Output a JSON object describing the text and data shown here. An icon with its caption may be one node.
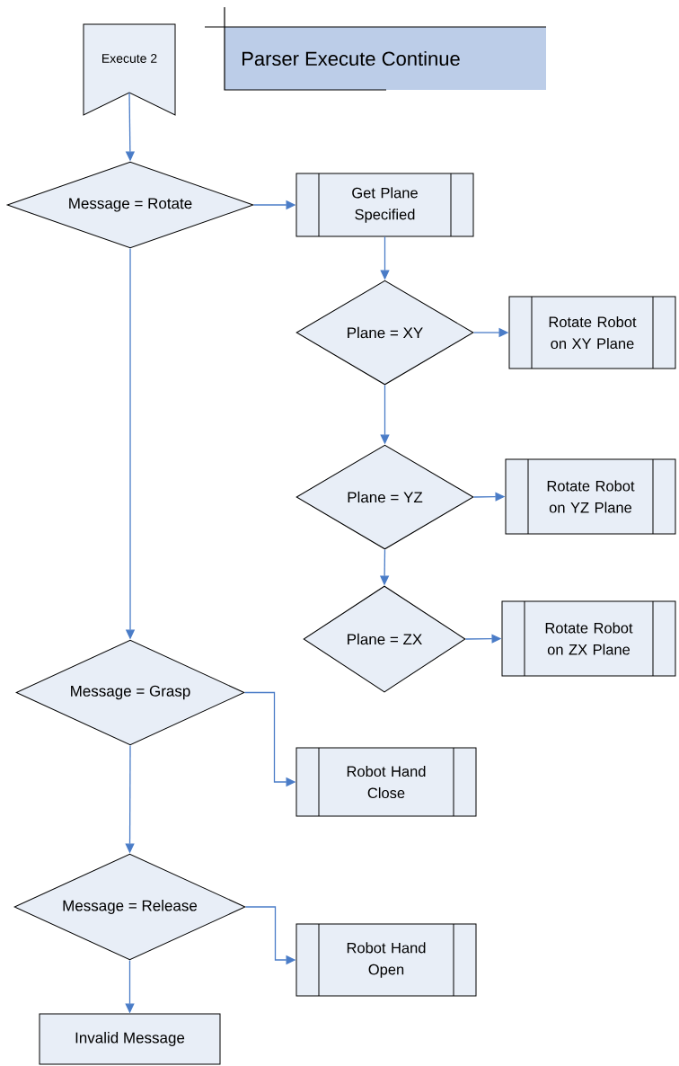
{
  "diagram": {
    "nodes": [
      {
        "text": [
          "Execute 2"
        ]
      },
      {
        "text": [
          "Parser  Execute Continue"
        ]
      },
      {
        "text": [
          "Message = Rotate"
        ]
      },
      {
        "text": [
          "Get Plane Specified"
        ]
      },
      {
        "text": [
          "Plane = XY"
        ]
      },
      {
        "text": [
          "Rotate Robot on XY Plane"
        ]
      },
      {
        "text": [
          "Plane = YZ"
        ]
      },
      {
        "text": [
          "Rotate Robot on YZ Plane"
        ]
      },
      {
        "text": [
          "Plane = ZX"
        ]
      },
      {
        "text": [
          "Rotate Robot on ZX Plane"
        ]
      },
      {
        "text": [
          "Message = Grasp"
        ]
      },
      {
        "text": [
          "Robot Hand Close"
        ]
      },
      {
        "text": [
          "Message = Release"
        ]
      },
      {
        "text": [
          "Robot Hand Open"
        ]
      },
      {
        "text": [
          "Invalid Message"
        ]
      }
    ],
    "edges": [
      {
        "from": 0,
        "to": 2,
        "arrow": "to"
      },
      {
        "from": 2,
        "to": 3,
        "arrow": "to"
      },
      {
        "from": 3,
        "to": 4,
        "arrow": "to"
      },
      {
        "from": 4,
        "to": 5,
        "arrow": "to"
      },
      {
        "from": 4,
        "to": 6,
        "arrow": "to"
      },
      {
        "from": 6,
        "to": 7,
        "arrow": "to"
      },
      {
        "from": 6,
        "to": 8,
        "arrow": "to"
      },
      {
        "from": 8,
        "to": 9,
        "arrow": "to"
      },
      {
        "from": 2,
        "to": 10,
        "arrow": "to"
      },
      {
        "from": 10,
        "to": 11,
        "arrow": "to"
      },
      {
        "from": 10,
        "to": 12,
        "arrow": "to"
      },
      {
        "from": 12,
        "to": 13,
        "arrow": "to"
      },
      {
        "from": 12,
        "to": 14,
        "arrow": "to"
      }
    ]
  }
}
